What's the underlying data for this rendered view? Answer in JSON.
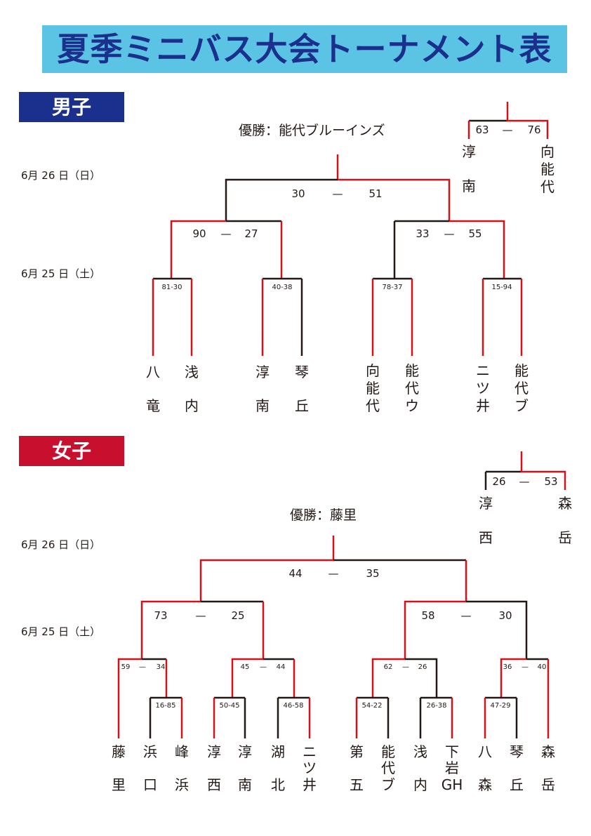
{
  "title": "夏季ミニバス大会トーナメント表",
  "colors": {
    "banner": "#5bc3e3",
    "banner_text": "#1b2f8c",
    "boys": "#1b2f8c",
    "girls": "#c8102e",
    "winner_line": "#d0121b",
    "line": "#231815"
  },
  "boys": {
    "label": "男子",
    "champion": "優勝：能代ブルーインズ",
    "date_final": "6月 26 日（日）",
    "date_prelim": "6月 25 日（土）",
    "play_in": {
      "left": "63",
      "dash": "—",
      "right": "76",
      "team_left": [
        "淳",
        "南"
      ],
      "team_right": [
        "向",
        "能",
        "代"
      ]
    },
    "final": {
      "left": "30",
      "dash": "—",
      "right": "51"
    },
    "semis": [
      {
        "left": "90",
        "dash": "—",
        "right": "27"
      },
      {
        "left": "33",
        "dash": "—",
        "right": "55"
      }
    ],
    "first_round": [
      "81-30",
      "40-38",
      "78-37",
      "15-94"
    ],
    "teams": [
      {
        "top": [
          "八"
        ],
        "bottom": "竜"
      },
      {
        "top": [
          "浅"
        ],
        "bottom": "内"
      },
      {
        "top": [
          "淳"
        ],
        "bottom": "南"
      },
      {
        "top": [
          "琴"
        ],
        "bottom": "丘"
      },
      {
        "top": [
          "向",
          "能",
          "代"
        ],
        "bottom": ""
      },
      {
        "top": [
          "能",
          "代",
          "ウ"
        ],
        "bottom": ""
      },
      {
        "top": [
          "ニ",
          "ツ",
          "井"
        ],
        "bottom": ""
      },
      {
        "top": [
          "能",
          "代",
          "ブ"
        ],
        "bottom": ""
      }
    ]
  },
  "girls": {
    "label": "女子",
    "champion": "優勝：藤里",
    "date_final": "6月 26 日（日）",
    "date_prelim": "6月 25 日（土）",
    "play_in": {
      "left": "26",
      "dash": "—",
      "right": "53",
      "team_left": [
        "淳",
        "西"
      ],
      "team_right": [
        "森",
        "岳"
      ]
    },
    "final": {
      "left": "44",
      "dash": "—",
      "right": "35"
    },
    "semis": [
      {
        "left": "73",
        "dash": "—",
        "right": "25"
      },
      {
        "left": "58",
        "dash": "—",
        "right": "30"
      }
    ],
    "quarters": [
      {
        "left": "59",
        "dash": "—",
        "right": "34"
      },
      {
        "left": "45",
        "dash": "—",
        "right": "44"
      },
      {
        "left": "62",
        "dash": "—",
        "right": "26"
      },
      {
        "left": "36",
        "dash": "—",
        "right": "40"
      }
    ],
    "first_round": [
      "16-85",
      "50-45",
      "46-58",
      "54-22",
      "26-38",
      "47-29"
    ],
    "teams": [
      {
        "top": [
          "藤"
        ],
        "bottom": "里"
      },
      {
        "top": [
          "浜"
        ],
        "bottom": "口"
      },
      {
        "top": [
          "峰"
        ],
        "bottom": "浜"
      },
      {
        "top": [
          "淳"
        ],
        "bottom": "西"
      },
      {
        "top": [
          "淳"
        ],
        "bottom": "南"
      },
      {
        "top": [
          "湖"
        ],
        "bottom": "北"
      },
      {
        "top": [
          "ニ",
          "ツ"
        ],
        "bottom": "井"
      },
      {
        "top": [
          "第"
        ],
        "bottom": "五"
      },
      {
        "top": [
          "能",
          "代"
        ],
        "bottom": "ブ"
      },
      {
        "top": [
          "浅"
        ],
        "bottom": "内"
      },
      {
        "top": [
          "下",
          "岩"
        ],
        "bottom": "GH"
      },
      {
        "top": [
          "八"
        ],
        "bottom": "森"
      },
      {
        "top": [
          "琴"
        ],
        "bottom": "丘"
      },
      {
        "top": [
          "森"
        ],
        "bottom": "岳"
      }
    ]
  }
}
